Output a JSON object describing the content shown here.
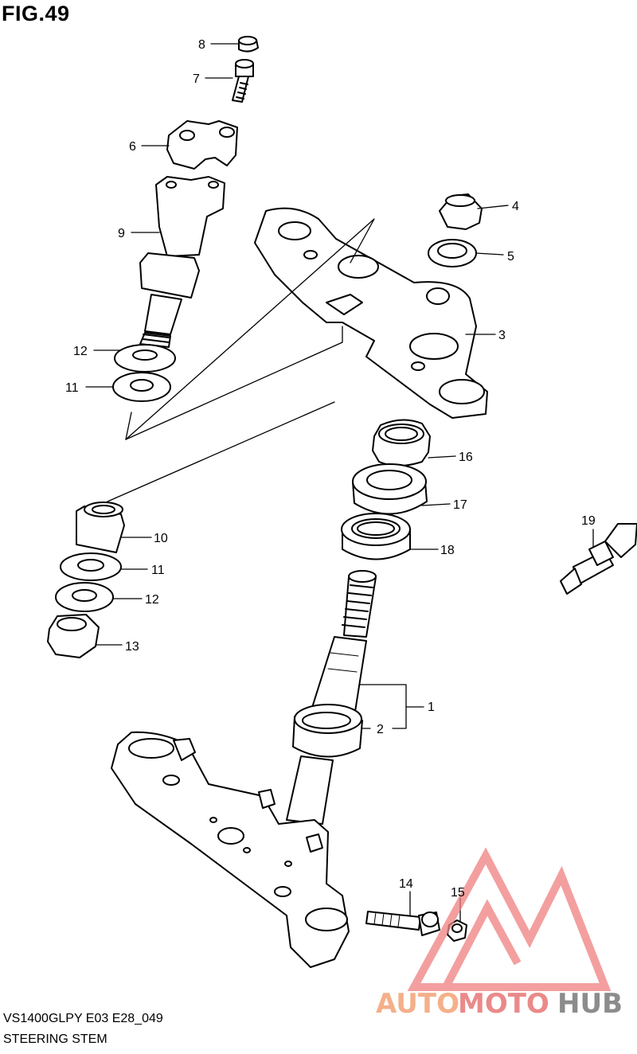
{
  "figure": {
    "title": "FIG.49",
    "model_code": "VS1400GLPY E03 E28_049",
    "section_name": "STEERING STEM"
  },
  "part_labels": [
    "1",
    "2",
    "3",
    "4",
    "5",
    "6",
    "7",
    "8",
    "9",
    "10",
    "11",
    "12",
    "13",
    "14",
    "15",
    "16",
    "17",
    "18",
    "19"
  ],
  "watermark": {
    "part1": "AUTO",
    "part2": "MOTO",
    "part3": "HUB",
    "colors": {
      "auto": "#f4b08a",
      "moto": "#ea8a8a",
      "hub": "#8c8c8c",
      "logo": "#f08080"
    }
  }
}
